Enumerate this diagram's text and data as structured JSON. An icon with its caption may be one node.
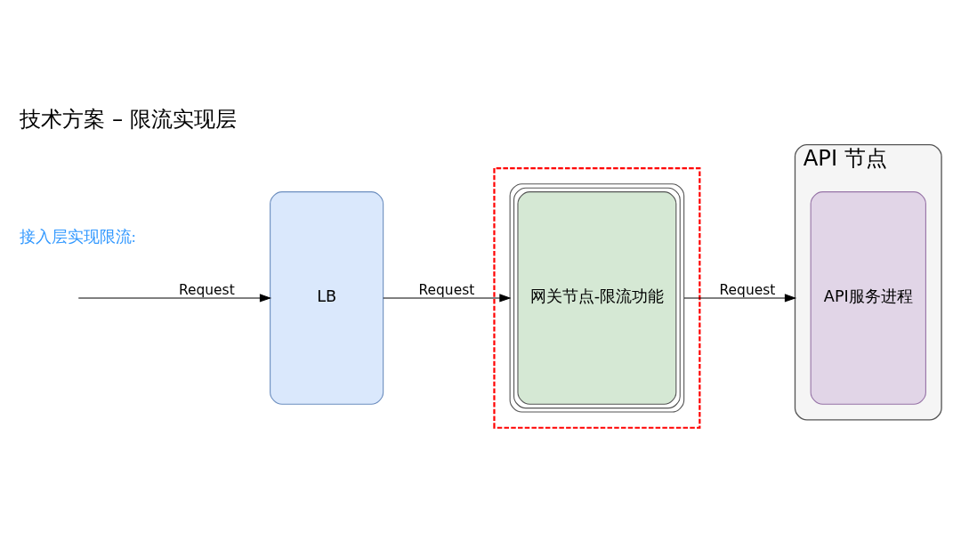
{
  "diagram": {
    "title": "技术方案 – 限流实现层",
    "nodes": [
      {
        "text": [
          "LB"
        ]
      },
      {
        "text": [],
        "shape": "box"
      },
      {
        "text": [
          "网关节点-限流功能"
        ],
        "in": 1
      },
      {
        "text": [
          "API 节点"
        ]
      },
      {
        "text": [
          "API服务进程"
        ],
        "in": 3
      }
    ],
    "edges": [
      {
        "from": null,
        "to": 0,
        "arrow": "to",
        "label": "Request"
      },
      {
        "from": 0,
        "to": 2,
        "arrow": "to",
        "label": "Request"
      },
      {
        "from": 2,
        "to": 3,
        "arrow": "to",
        "label": "Request"
      }
    ],
    "labels": [
      "接入层实现限流:"
    ]
  }
}
